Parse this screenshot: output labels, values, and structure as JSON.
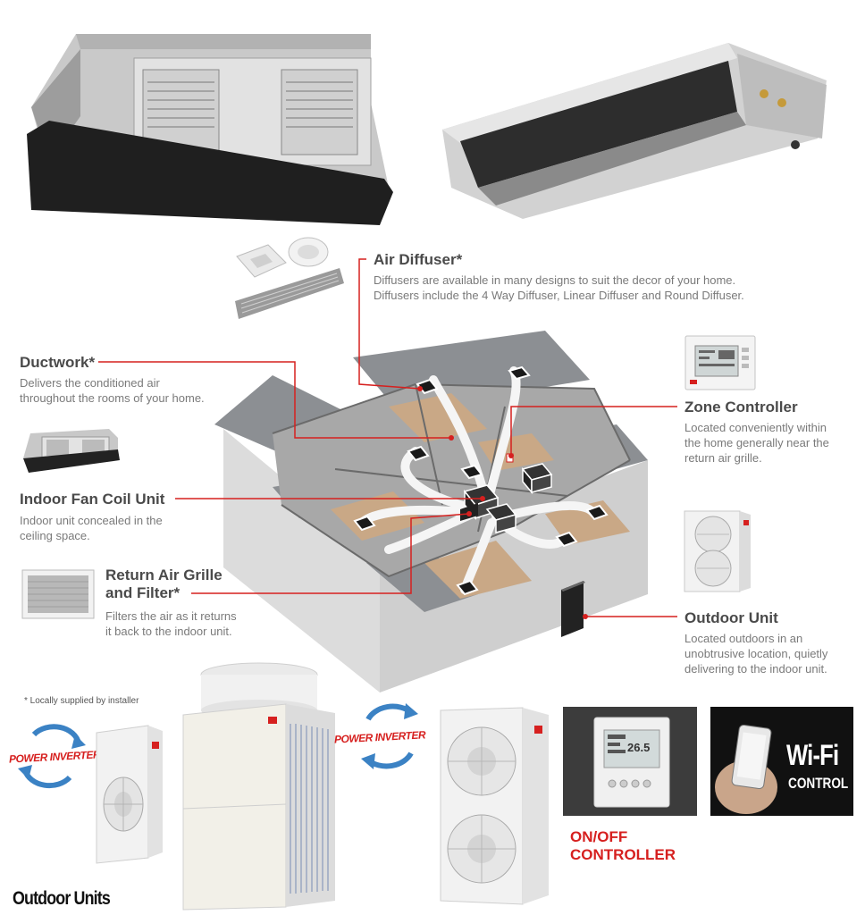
{
  "labels": {
    "air_diffuser": {
      "title": "Air Diffuser*",
      "desc1": "Diffusers are available in many designs to suit the decor of your home.",
      "desc2": "Diffusers include the 4 Way Diffuser, Linear Diffuser and Round Diffuser."
    },
    "ductwork": {
      "title": "Ductwork*",
      "desc1": "Delivers the conditioned air",
      "desc2": "throughout the rooms of your home."
    },
    "indoor_fan_coil": {
      "title": "Indoor Fan Coil Unit",
      "desc1": "Indoor unit concealed in the",
      "desc2": "ceiling space."
    },
    "return_air": {
      "title1": "Return Air Grille",
      "title2": "and Filter*",
      "desc1": "Filters the air as it returns",
      "desc2": "it back to the indoor unit."
    },
    "zone_controller": {
      "title": "Zone Controller",
      "desc1": "Located conveniently within",
      "desc2": "the home generally near the",
      "desc3": "return air grille."
    },
    "outdoor_unit": {
      "title": "Outdoor Unit",
      "desc1": "Located outdoors in an",
      "desc2": "unobtrusive location, quietly",
      "desc3": "delivering to the indoor unit."
    }
  },
  "footnote": "* Locally supplied by installer",
  "power_inverter_1": "POWER INVERTER",
  "power_inverter_2": "POWER INVERTER",
  "onoff_1": "ON/OFF",
  "onoff_2": "CONTROLLER",
  "wifi_1": "Wi-Fi",
  "wifi_2": "CONTROL",
  "outdoor_units_title": "Outdoor Units",
  "controller_display": "26.5",
  "colors": {
    "accent_red": "#d6201f",
    "roof_grey": "#8c8f93",
    "floor_tan": "#c9a886",
    "wall_light": "#d9d9d9",
    "dark_panel": "#2a2a2a"
  }
}
